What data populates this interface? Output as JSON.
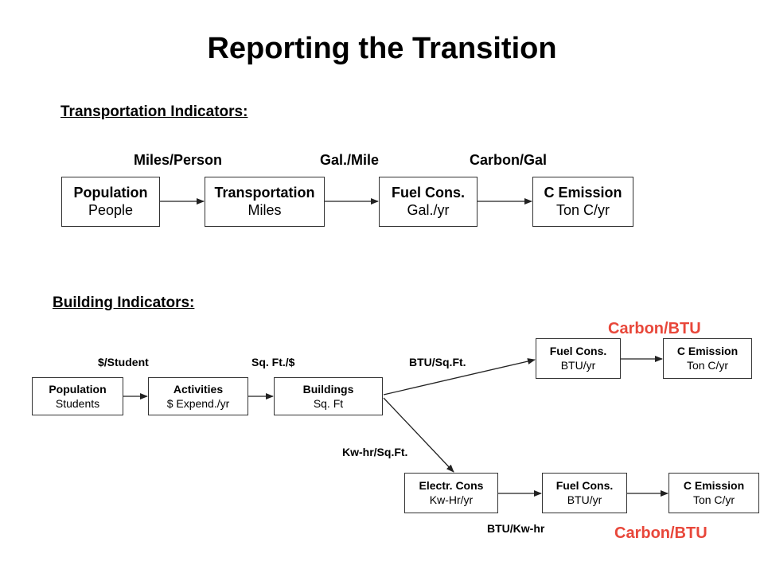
{
  "title": "Reporting the Transition",
  "transport": {
    "heading": "Transportation Indicators:",
    "labels": [
      "Miles/Person",
      "Gal./Mile",
      "Carbon/Gal"
    ],
    "boxes": [
      {
        "title": "Population",
        "sub": "People"
      },
      {
        "title": "Transportation",
        "sub": "Miles"
      },
      {
        "title": "Fuel Cons.",
        "sub": "Gal./yr"
      },
      {
        "title": "C Emission",
        "sub": "Ton C/yr"
      }
    ]
  },
  "building": {
    "heading": "Building Indicators:",
    "labels": {
      "student": "$/Student",
      "sqft_per_dollar": "Sq. Ft./$",
      "btu_sqft": "BTU/Sq.Ft.",
      "kwhr_sqft": "Kw-hr/Sq.Ft.",
      "btu_kwhr": "BTU/Kw-hr"
    },
    "carbon_top": "Carbon/BTU",
    "carbon_bottom": "Carbon/BTU",
    "boxes": {
      "population": {
        "title": "Population",
        "sub": "Students"
      },
      "activities": {
        "title": "Activities",
        "sub": "$ Expend./yr"
      },
      "buildings": {
        "title": "Buildings",
        "sub": "Sq. Ft"
      },
      "fuel_top": {
        "title": "Fuel Cons.",
        "sub": "BTU/yr"
      },
      "emission_top": {
        "title": "C Emission",
        "sub": "Ton C/yr"
      },
      "electr": {
        "title": "Electr. Cons",
        "sub": "Kw-Hr/yr"
      },
      "fuel_bottom": {
        "title": "Fuel Cons.",
        "sub": "BTU/yr"
      },
      "emission_bottom": {
        "title": "C Emission",
        "sub": "Ton C/yr"
      }
    }
  },
  "colors": {
    "accent_red": "#e8473a"
  }
}
